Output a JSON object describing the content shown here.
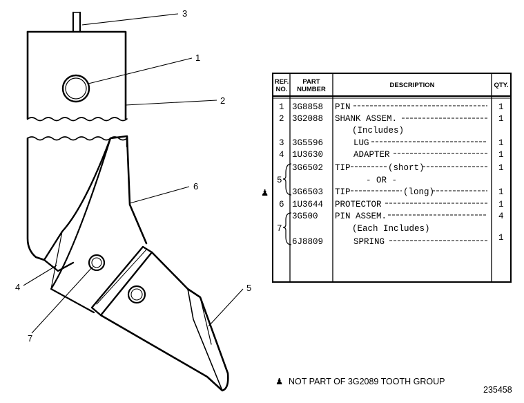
{
  "callouts": {
    "c1": "1",
    "c2": "2",
    "c3": "3",
    "c4": "4",
    "c5": "5",
    "c6": "6",
    "c7": "7"
  },
  "table": {
    "headers": {
      "ref_line1": "REF.",
      "ref_line2": "NO.",
      "part_line1": "PART",
      "part_line2": "NUMBER",
      "description": "DESCRIPTION",
      "qty": "QTY."
    },
    "rows": [
      {
        "ref": "1",
        "part": "3G8858",
        "desc": "PIN",
        "qty": "1"
      },
      {
        "ref": "2",
        "part": "3G2088",
        "desc": "SHANK ASSEM.",
        "qty": "1"
      },
      {
        "ref": "",
        "part": "",
        "desc": "(Includes)",
        "qty": ""
      },
      {
        "ref": "3",
        "part": "3G5596",
        "desc": "LUG",
        "qty": "1"
      },
      {
        "ref": "4",
        "part": "1U3630",
        "desc": "ADAPTER",
        "qty": "1"
      },
      {
        "ref": "",
        "part": "3G6502",
        "desc": "TIP",
        "desc_note": "(short)",
        "qty": "1"
      },
      {
        "ref": "5",
        "part": "",
        "desc": "- OR -",
        "qty": ""
      },
      {
        "ref": "",
        "part": "3G6503",
        "desc": "TIP",
        "desc_note": "(long)",
        "qty": "1"
      },
      {
        "ref": "6",
        "part": "1U3644",
        "desc": "PROTECTOR",
        "qty": "1"
      },
      {
        "ref": "",
        "part": "3G500",
        "desc": "PIN ASSEM.",
        "qty": "4"
      },
      {
        "ref": "7",
        "part": "",
        "desc": "(Each Includes)",
        "qty": ""
      },
      {
        "ref": "",
        "part": "6J8809",
        "desc": "SPRING",
        "qty": "1"
      }
    ]
  },
  "footnote": {
    "marker": "♟",
    "text": "NOT PART OF 3G2089 TOOTH GROUP"
  },
  "drawing_number": "235458"
}
